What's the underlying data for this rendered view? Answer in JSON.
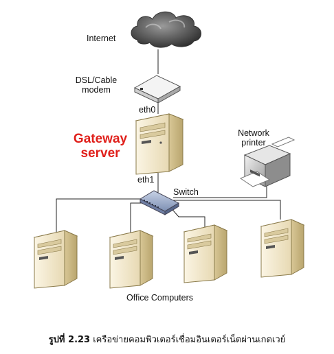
{
  "diagram": {
    "labels": {
      "internet": "Internet",
      "modem_line1": "DSL/Cable",
      "modem_line2": "modem",
      "eth0": "eth0",
      "gateway_line1": "Gateway",
      "gateway_line2": "server",
      "eth1": "eth1",
      "switch": "Switch",
      "printer_line1": "Network",
      "printer_line2": "printer",
      "office": "Office Computers"
    },
    "colors": {
      "gateway_label": "#e0201b",
      "cloud": "#5b5b5b",
      "tower_body": "#efe4c4",
      "switch_blue": "#8fa2c4"
    }
  },
  "caption": {
    "prefix": "รูปที่ 2.23",
    "text": "เครือข่ายคอมพิวเตอร์เชื่อมอินเตอร์เน็ตผ่านเกตเวย์"
  }
}
